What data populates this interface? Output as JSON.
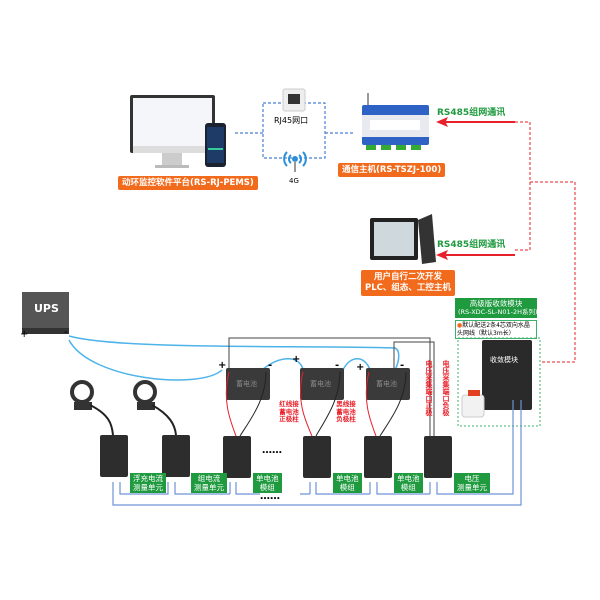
{
  "platform": {
    "label": "动环监控软件平台(RS-RJ-PEMS)"
  },
  "network": {
    "rj45": "RJ45网口",
    "cellular": "4G"
  },
  "host": {
    "label": "通信主机(RS-TSZJ-100)"
  },
  "links": {
    "rs485_top": "RS485组网通讯",
    "rs485_mid": "RS485组网通讯"
  },
  "user_dev": {
    "line1": "用户自行二次开发",
    "line2": "PLC、组态、工控主机"
  },
  "ups": {
    "label": "UPS"
  },
  "receiver": {
    "title": "高级版收敛模块",
    "model": "(RS-XDC-SL-N01-2H系列)",
    "note": "默认配送2条4芯双向水晶头网线（默认3m长）",
    "device_text": "收敛模块"
  },
  "battery": {
    "label": "蓄电池"
  },
  "wiring": {
    "red_note": "红线接蓄电池正极柱",
    "black_note": "黑线接蓄电池负极柱",
    "voltage_pos": "电压采集端口正极",
    "voltage_neg": "电压采集端口负极",
    "plus": "+",
    "minus": "-",
    "ellipsis": "……"
  },
  "units": [
    {
      "label1": "浮充电流",
      "label2": "测量单元"
    },
    {
      "label1": "组电流",
      "label2": "测量单元"
    },
    {
      "label1": "单电池",
      "label2": "模组"
    },
    {
      "label1": "单电池",
      "label2": "模组"
    },
    {
      "label1": "单电池",
      "label2": "模组"
    },
    {
      "label1": "电压",
      "label2": "测量单元"
    }
  ],
  "colors": {
    "orange": "#f26a1b",
    "green": "#1f9a3f",
    "rs485_red": "#e8202a",
    "network_blue": "#4a7fd4",
    "cable_cyan": "#4db3e8"
  }
}
